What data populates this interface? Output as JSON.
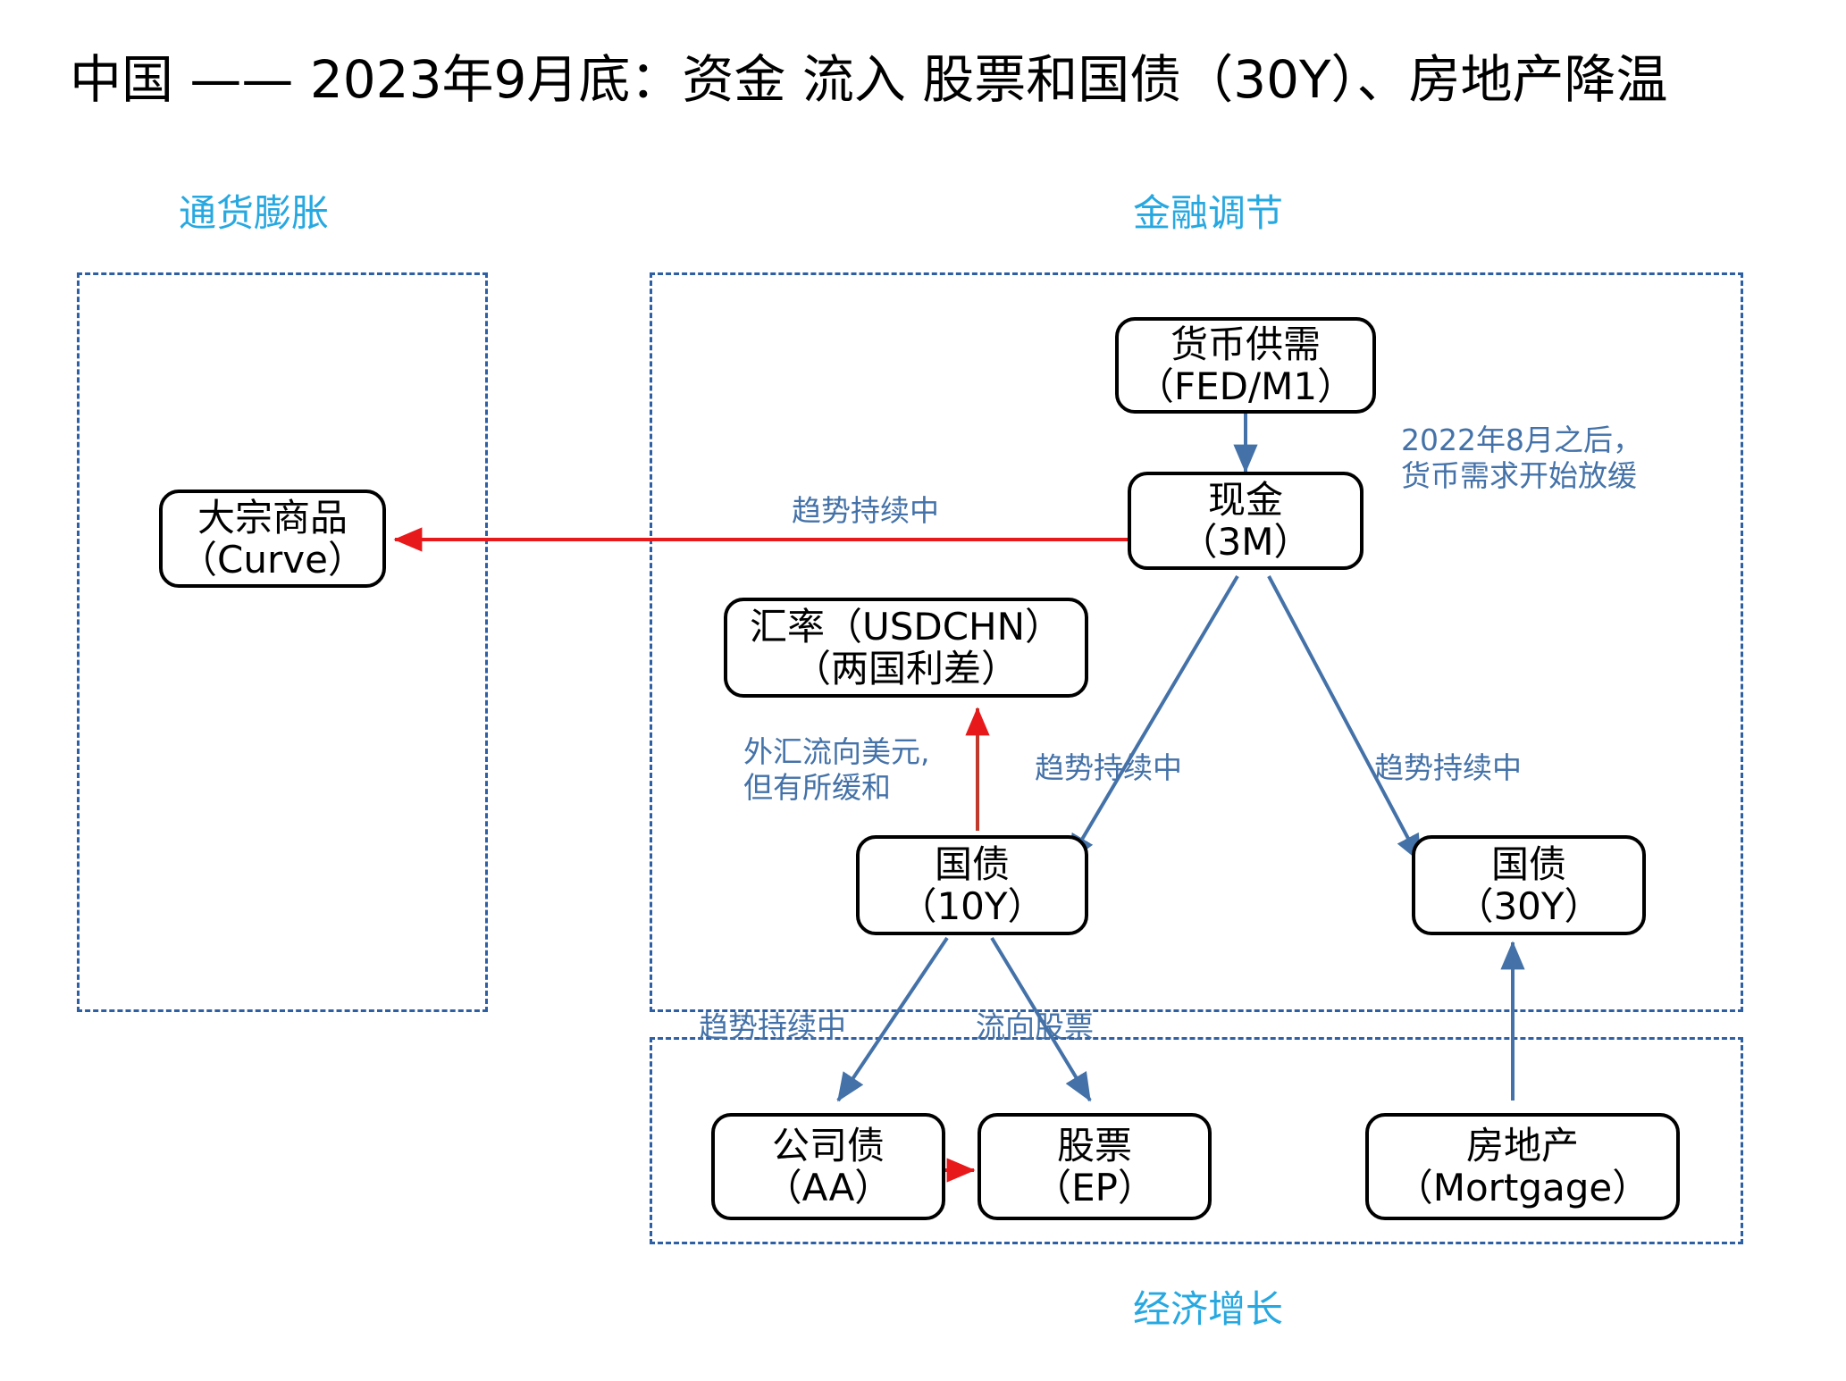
{
  "title": "中国 —— 2023年9月底：资金 流入 股票和国债（30Y）、房地产降温",
  "colors": {
    "zone_label": "#27A8E0",
    "zone_border": "#2E5FA3",
    "node_border": "#000000",
    "blue_arrow": "#4472A8",
    "red_arrow": "#E8191B",
    "edge_label": "#4472A8"
  },
  "zones": [
    {
      "key": "inflation",
      "label": "通货膨胀"
    },
    {
      "key": "financial",
      "label": "金融调节"
    },
    {
      "key": "growth",
      "label": "经济增长"
    }
  ],
  "nodes": [
    {
      "key": "money_supply",
      "line1": "货币供需",
      "line2": "（FED/M1）"
    },
    {
      "key": "cash",
      "line1": "现金",
      "line2": "（3M）"
    },
    {
      "key": "commodity",
      "line1": "大宗商品",
      "line2": "（Curve）"
    },
    {
      "key": "fx",
      "line1": "汇率（USDCHN）",
      "line2": "（两国利差）"
    },
    {
      "key": "bond10y",
      "line1": "国债",
      "line2": "（10Y）"
    },
    {
      "key": "bond30y",
      "line1": "国债",
      "line2": "（30Y）"
    },
    {
      "key": "corp_bond",
      "line1": "公司债",
      "line2": "（AA）"
    },
    {
      "key": "equity",
      "line1": "股票",
      "line2": "（EP）"
    },
    {
      "key": "realestate",
      "line1": "房地产",
      "line2": "（Mortgage）"
    }
  ],
  "edge_labels": [
    {
      "key": "cash_to_commodity",
      "text": "趋势持续中"
    },
    {
      "key": "money_demand_slowing",
      "text": "2022年8月之后，\n货币需求开始放缓"
    },
    {
      "key": "fx_flow",
      "text": "外汇流向美元,\n但有所缓和"
    },
    {
      "key": "cash_to_bond10y",
      "text": "趋势持续中"
    },
    {
      "key": "cash_to_bond30y",
      "text": "趋势持续中"
    },
    {
      "key": "bond10y_to_corp",
      "text": "趋势持续中"
    },
    {
      "key": "bond10y_to_equity",
      "text": "流向股票"
    }
  ]
}
